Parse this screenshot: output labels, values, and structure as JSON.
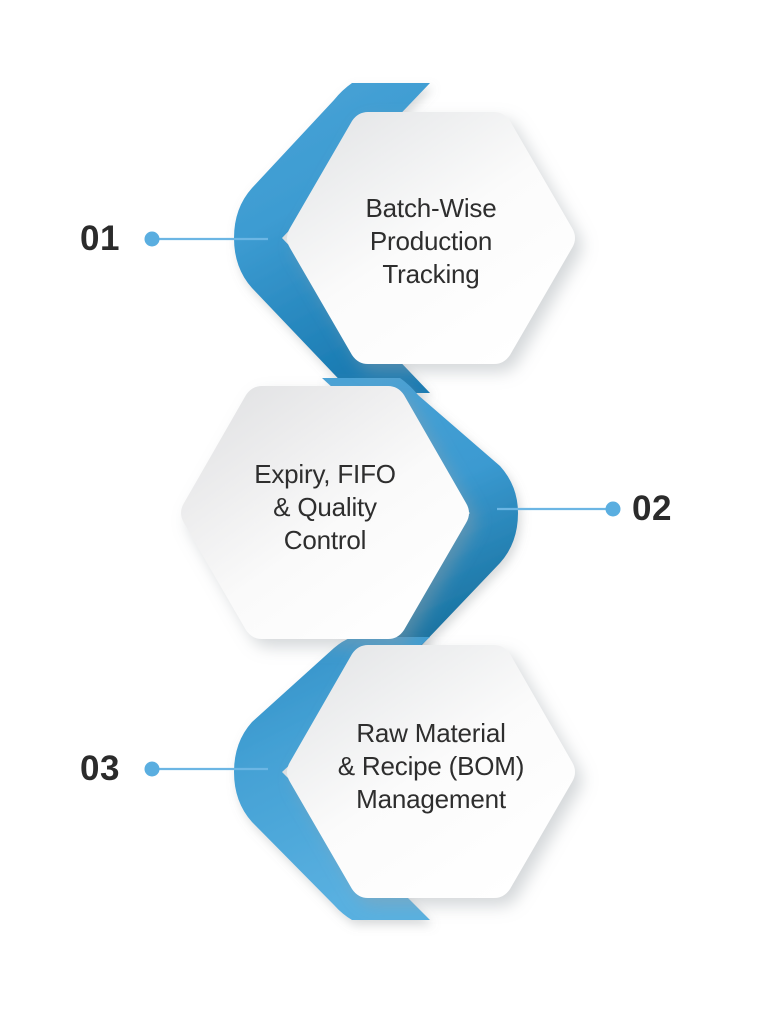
{
  "background_color": "#ffffff",
  "theme": {
    "chevron_light": "#3d9cd2",
    "chevron_dark": "#1b7cb3",
    "connector_line": "#6cb6e4",
    "connector_dot": "#5aaee0",
    "number_color": "#2b2b2b",
    "hex_text_color": "#2e2e2e",
    "hex_fill_light": "#ffffff",
    "hex_fill_shade": "#e3e4e6"
  },
  "steps": [
    {
      "number": "01",
      "number_side": "left",
      "label": "Batch-Wise\nProduction\nTracking",
      "chevron_direction": "left",
      "icon": "connector-dot-icon"
    },
    {
      "number": "02",
      "number_side": "right",
      "label": "Expiry, FIFO\n& Quality\nControl",
      "chevron_direction": "right",
      "icon": "connector-dot-icon"
    },
    {
      "number": "03",
      "number_side": "left",
      "label": "Raw Material\n& Recipe (BOM)\nManagement",
      "chevron_direction": "left",
      "icon": "connector-dot-icon"
    }
  ]
}
